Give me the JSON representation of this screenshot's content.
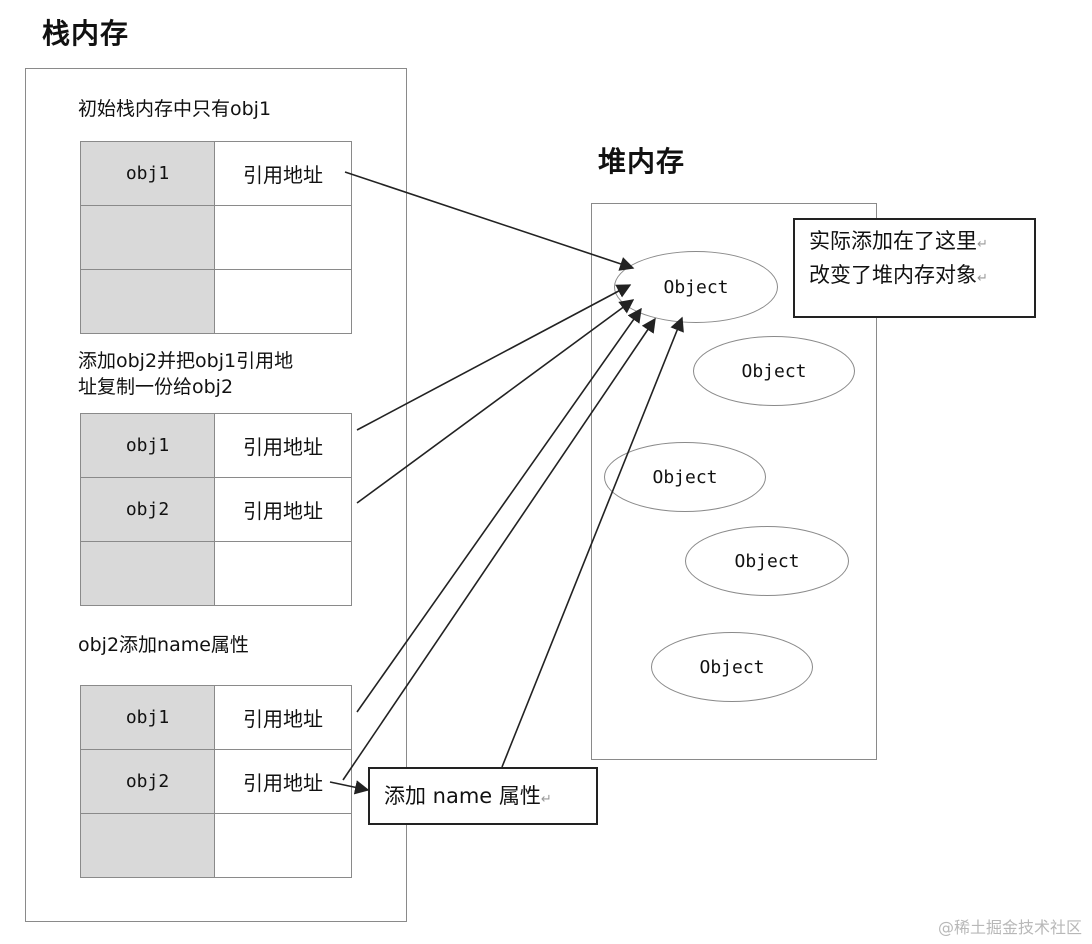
{
  "stack": {
    "title": "栈内存",
    "sections": [
      {
        "caption": "初始栈内存中只有obj1",
        "rows": [
          {
            "key": "obj1",
            "value": "引用地址"
          },
          {
            "key": "",
            "value": ""
          },
          {
            "key": "",
            "value": ""
          }
        ]
      },
      {
        "caption_line1": "添加obj2并把obj1引用地",
        "caption_line2": "址复制一份给obj2",
        "rows": [
          {
            "key": "obj1",
            "value": "引用地址"
          },
          {
            "key": "obj2",
            "value": "引用地址"
          },
          {
            "key": "",
            "value": ""
          }
        ]
      },
      {
        "caption": "obj2添加name属性",
        "rows": [
          {
            "key": "obj1",
            "value": "引用地址"
          },
          {
            "key": "obj2",
            "value": "引用地址"
          },
          {
            "key": "",
            "value": ""
          }
        ]
      }
    ]
  },
  "heap": {
    "title": "堆内存",
    "objects": [
      "Object",
      "Object",
      "Object",
      "Object",
      "Object"
    ]
  },
  "notes": {
    "heap_note_line1": "实际添加在了这里",
    "heap_note_line2": "改变了堆内存对象",
    "add_name_note": "添加 name 属性",
    "return_mark": "↵"
  },
  "watermark": "@稀土掘金技术社区",
  "colors": {
    "key_cell_bg": "#d9d9d9",
    "border": "#8a8a8a",
    "arrow": "#222222"
  }
}
